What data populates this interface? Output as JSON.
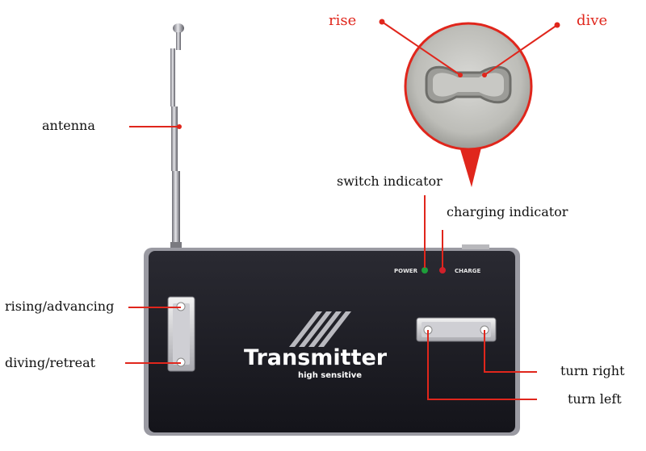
{
  "labels": {
    "rise": "rise",
    "dive": "dive",
    "antenna": "antenna",
    "switch_indicator": "switch indicator",
    "charging_indicator": "charging indicator",
    "rising_advancing": "rising/advancing",
    "diving_retreat": "diving/retreat",
    "turn_right": "turn right",
    "turn_left": "turn left"
  },
  "device": {
    "brand": "Transmitter",
    "tagline": "high sensitive",
    "power_label": "POWER",
    "charge_label": "CHARGE"
  },
  "colors": {
    "leader_red": "#e0261c",
    "body": "#1c1c22",
    "power_led": "#1e9e3a",
    "charge_led": "#d0202a"
  }
}
